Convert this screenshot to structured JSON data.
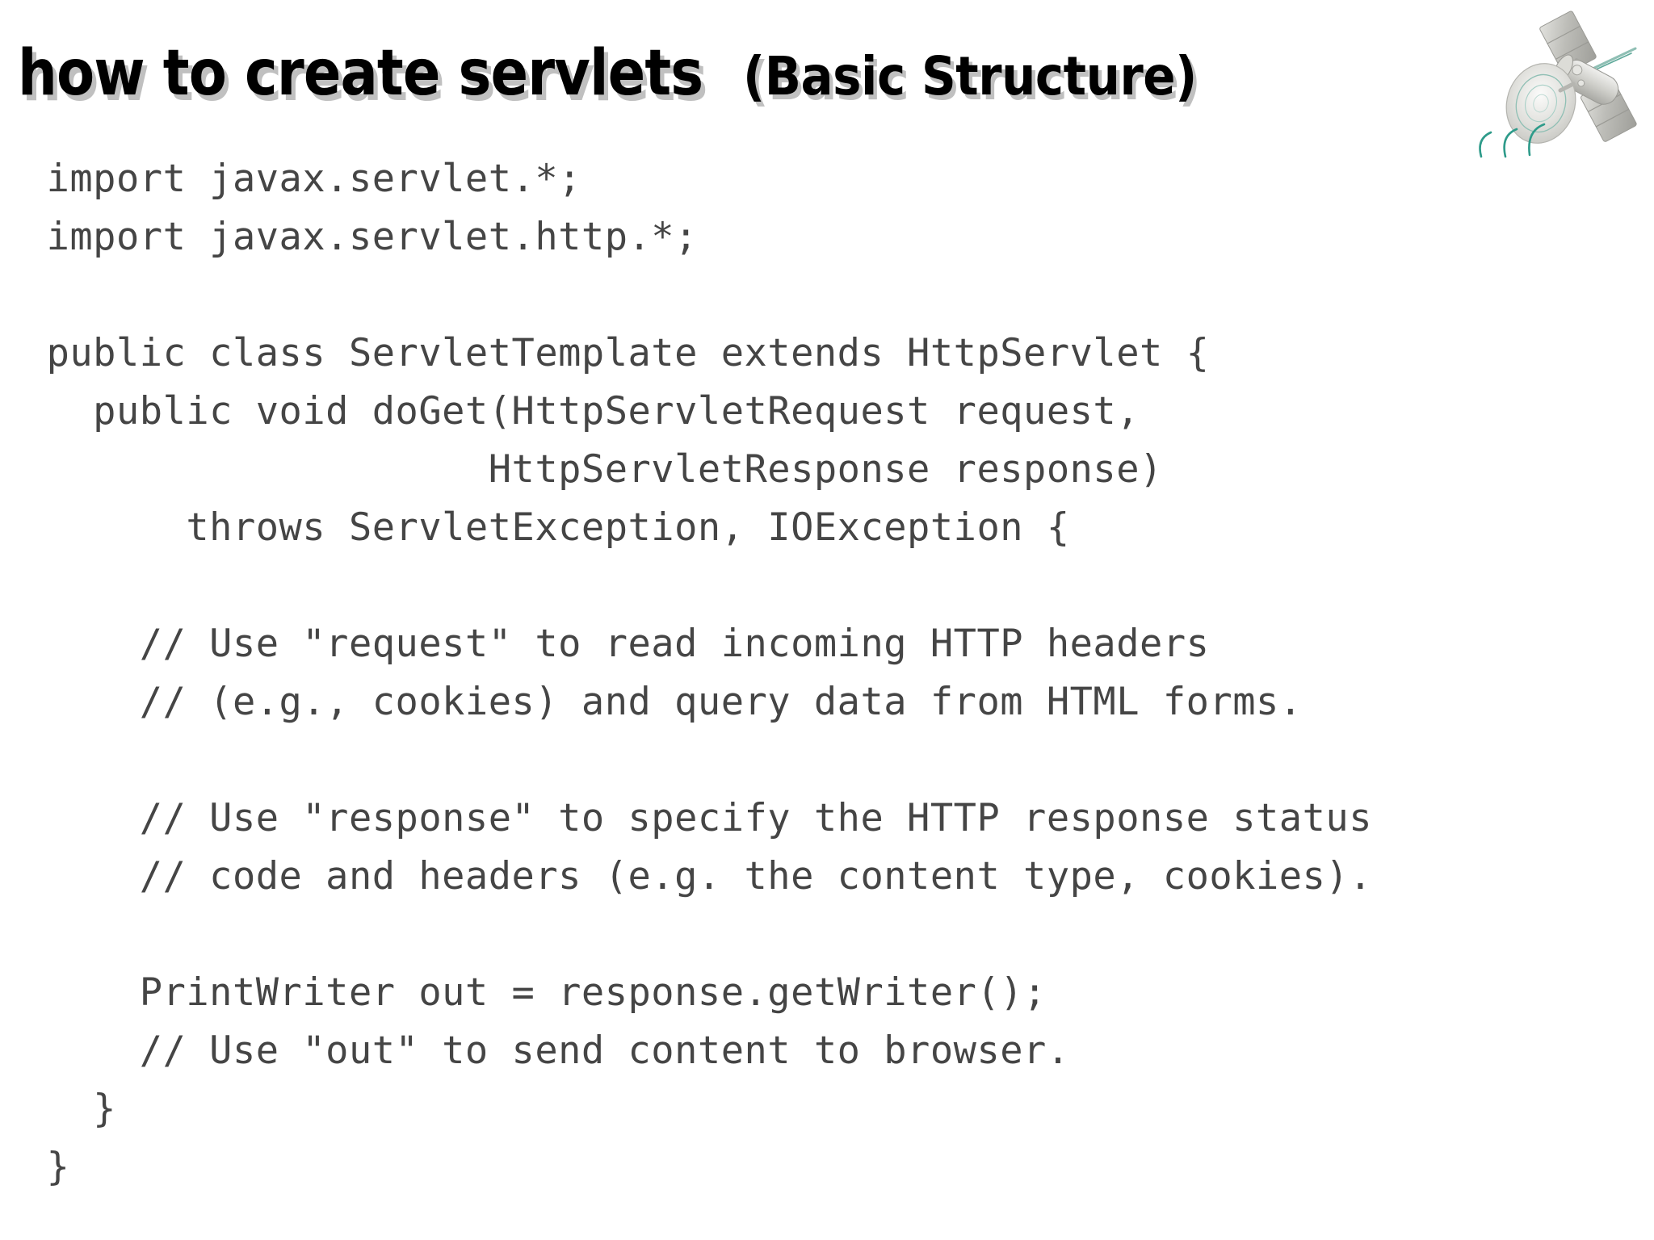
{
  "slide": {
    "background_color": "#ffffff",
    "title": {
      "main": "how to create servlets",
      "sub": "(Basic Structure)",
      "text_color": "#000000",
      "shadow_color": "#8c8c8c"
    },
    "decoration": {
      "icon_name": "satellite-icon",
      "body_color": "#c9c9c4",
      "panel_color": "#b8b8b2",
      "dish_color": "#d6d6d2",
      "signal_color": "#2e9b8a",
      "signal_arcs": 3
    },
    "code": {
      "language": "java",
      "text_color": "#454545",
      "font": "monospace",
      "lines": [
        "  import javax.servlet.*;",
        "  import javax.servlet.http.*;",
        "",
        "  public class ServletTemplate extends HttpServlet {",
        "    public void doGet(HttpServletRequest request,",
        "                     HttpServletResponse response)",
        "        throws ServletException, IOException {",
        "",
        "      // Use \"request\" to read incoming HTTP headers",
        "      // (e.g., cookies) and query data from HTML forms.",
        "",
        "      // Use \"response\" to specify the HTTP response status",
        "      // code and headers (e.g. the content type, cookies).",
        "",
        "      PrintWriter out = response.getWriter();",
        "      // Use \"out\" to send content to browser.",
        "    }",
        "  }"
      ]
    }
  }
}
